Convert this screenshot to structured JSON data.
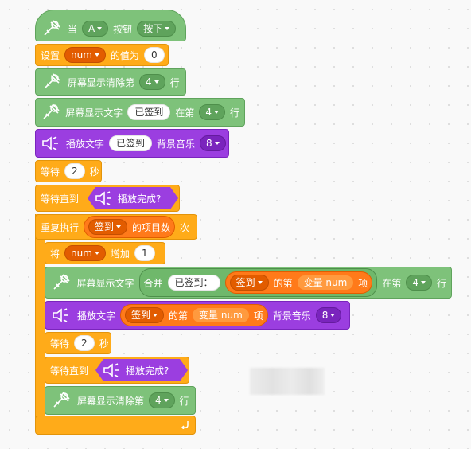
{
  "blocks": {
    "when": {
      "label1": "当",
      "key": "A",
      "label2": "按钮",
      "state": "按下"
    },
    "set": {
      "label": "设置",
      "var": "num",
      "label2": "的值为",
      "value": "0"
    },
    "clear1": {
      "label": "屏幕显示清除第",
      "row": "4",
      "label2": "行"
    },
    "show1": {
      "label": "屏幕显示文字",
      "text": "已签到",
      "label2": "在第",
      "row": "4",
      "label3": "行"
    },
    "play1": {
      "label": "播放文字",
      "text": "已签到",
      "label2": "背景音乐",
      "music": "8"
    },
    "wait1": {
      "label": "等待",
      "value": "2",
      "unit": "秒"
    },
    "waituntil1": {
      "label": "等待直到",
      "cond": "播放完成?"
    },
    "repeat": {
      "label": "重复执行",
      "list": "签到",
      "label2": "的项目数",
      "label3": "次"
    },
    "change": {
      "label": "将",
      "var": "num",
      "label2": "增加",
      "value": "1"
    },
    "show2": {
      "label": "屏幕显示文字",
      "join": "合并",
      "text": "已签到：",
      "list": "签到",
      "of": "的第",
      "var": "变量 num",
      "item": "项",
      "label2": "在第",
      "row": "4",
      "label3": "行"
    },
    "play2": {
      "label": "播放文字",
      "list": "签到",
      "of": "的第",
      "var": "变量 num",
      "item": "项",
      "label2": "背景音乐",
      "music": "8"
    },
    "wait2": {
      "label": "等待",
      "value": "2",
      "unit": "秒"
    },
    "waituntil2": {
      "label": "等待直到",
      "cond": "播放完成?"
    },
    "clear2": {
      "label": "屏幕显示清除第",
      "row": "4",
      "label2": "行"
    }
  },
  "colors": {
    "display": "#7ec27a",
    "control": "#ffab19",
    "sound": "#9b3ee0",
    "list": "#ff7a1a"
  },
  "icons": {
    "display": "magic-wand-icon",
    "sound": "speaker-icon",
    "loop": "loop-arrow-icon"
  }
}
